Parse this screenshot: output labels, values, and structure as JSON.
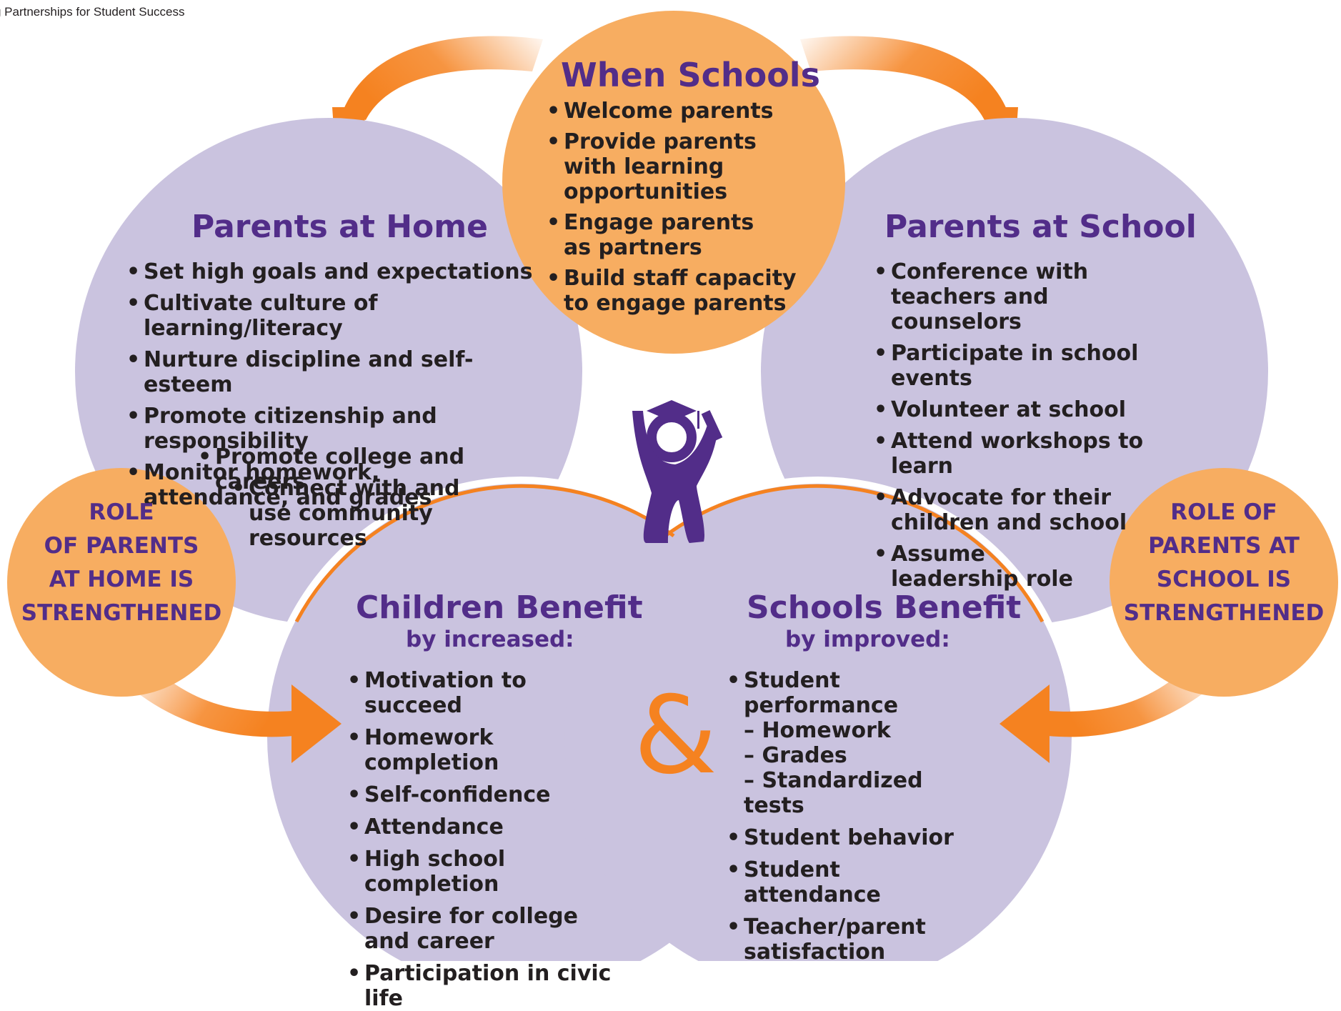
{
  "header": {
    "text": "g Partnerships for Student Success"
  },
  "colors": {
    "purple": "#522d89",
    "lavender": "#cac3df",
    "orange": "#f58220",
    "light_orange": "#f7ad61",
    "text": "#231f20"
  },
  "when_schools": {
    "title": "When Schools",
    "items": [
      "Welcome parents",
      "Provide parents with learning opportunities",
      "Engage parents as partners",
      "Build staff capacity to engage parents"
    ]
  },
  "parents_home": {
    "title": "Parents at Home",
    "items": [
      "Set high goals and expectations",
      "Cultivate culture of learning/literacy",
      "Nurture discipline and self-esteem",
      "Promote citizenship and responsibility",
      "Monitor homework, attendance, and grades",
      "Promote college and careers",
      "Connect with and use community resources"
    ]
  },
  "parents_school": {
    "title": "Parents at School",
    "items": [
      "Conference with teachers and counselors",
      "Participate in school events",
      "Volunteer at school",
      "Attend workshops to learn",
      "Advocate for their children and school",
      "Assume leadership role"
    ]
  },
  "children_benefit": {
    "title": "Children Benefit",
    "subtitle": "by increased:",
    "items": [
      "Motivation to succeed",
      "Homework completion",
      "Self-confidence",
      "Attendance",
      "High school completion",
      "Desire for college and career",
      "Participation in civic life"
    ]
  },
  "schools_benefit": {
    "title": "Schools Benefit",
    "subtitle": "by improved:",
    "items": [
      "Student performance",
      "– Homework",
      "– Grades",
      "– Standardized tests",
      "Student behavior",
      "Student attendance",
      "Teacher/parent satisfaction"
    ]
  },
  "role_home": {
    "lines": [
      "ROLE",
      "OF PARENTS",
      "AT HOME IS",
      "STRENGTHENED"
    ]
  },
  "role_school": {
    "lines": [
      "ROLE OF",
      "PARENTS AT",
      "SCHOOL IS",
      "STRENGTHENED"
    ]
  },
  "ampersand": "&",
  "icons": {
    "graduate": "graduate-student-icon"
  }
}
